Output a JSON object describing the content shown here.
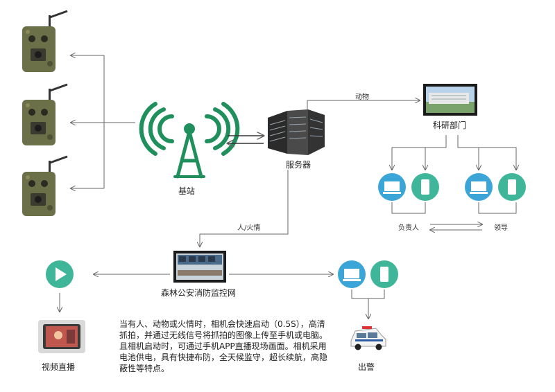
{
  "nodes": {
    "base_station": "基站",
    "server": "服务器",
    "research_dept": "科研部门",
    "forest_police": "森林公安消防监控网",
    "responsible": "负责人",
    "leader": "领导",
    "video_live": "视频直播",
    "dispatch": "出警"
  },
  "edges": {
    "animal": "动物",
    "person_fire": "人/火情"
  },
  "description": "当有人、动物或火情时，相机会快速启动（0.5S），高清抓拍，并通过无线信号将抓拍的图像上传至手机或电脑。且相机启动时，可通过手机APP直播现场画面。相机采用电池供电，具有快捷布防，全天候监守，超长续航，高隐蔽性等特点。",
  "colors": {
    "tower": "#1f8f5c",
    "teal_circle": "#3fb59a",
    "blue_circle": "#3aa5d6",
    "camouflage": "#6b7048",
    "line": "#666666"
  },
  "icons": [
    "trail-camera-icon",
    "signal-tower-icon",
    "server-rack-icon",
    "building-photo-icon",
    "monitor-icon",
    "phone-icon",
    "play-icon",
    "police-car-icon",
    "control-room-photo-icon"
  ]
}
